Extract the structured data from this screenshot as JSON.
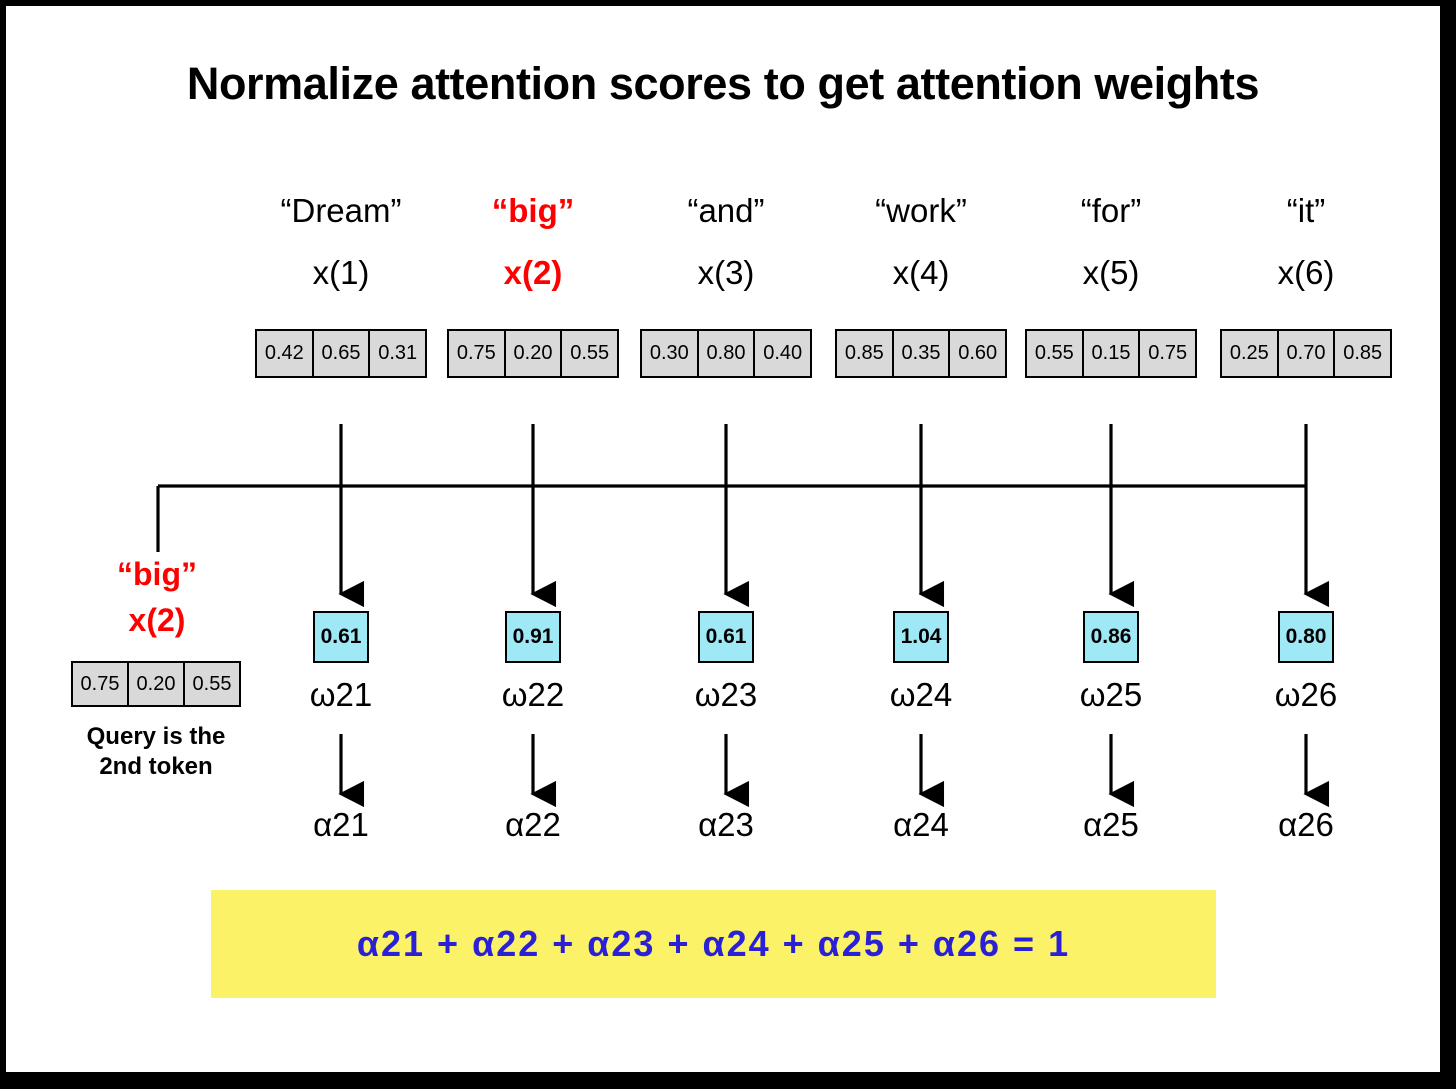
{
  "slide": {
    "title": "Normalize attention scores to get attention weights",
    "background": "#ffffff",
    "frame_color": "#000000"
  },
  "colors": {
    "highlight": "#ff0000",
    "embedding_box": "#d9d9d9",
    "score_box": "#9fe8f5",
    "equation_bar": "#fbf267",
    "equation_text": "#2a20d6",
    "stroke": "#000000"
  },
  "tokens": [
    {
      "word": "“Dream”",
      "index": "x(1)",
      "highlight": false,
      "embedding": [
        "0.42",
        "0.65",
        "0.31"
      ]
    },
    {
      "word": "“big”",
      "index": "x(2)",
      "highlight": true,
      "embedding": [
        "0.75",
        "0.20",
        "0.55"
      ]
    },
    {
      "word": "“and”",
      "index": "x(3)",
      "highlight": false,
      "embedding": [
        "0.30",
        "0.80",
        "0.40"
      ]
    },
    {
      "word": "“work”",
      "index": "x(4)",
      "highlight": false,
      "embedding": [
        "0.85",
        "0.35",
        "0.60"
      ]
    },
    {
      "word": "“for”",
      "index": "x(5)",
      "highlight": false,
      "embedding": [
        "0.55",
        "0.15",
        "0.75"
      ]
    },
    {
      "word": "“it”",
      "index": "x(6)",
      "highlight": false,
      "embedding": [
        "0.25",
        "0.70",
        "0.85"
      ]
    }
  ],
  "query": {
    "word": "“big”",
    "index": "x(2)",
    "vector": [
      "0.75",
      "0.20",
      "0.55"
    ],
    "caption": "Query is the\n2nd token"
  },
  "attention": {
    "scores": [
      {
        "value": "0.61",
        "omega": "ω21",
        "alpha": "α21"
      },
      {
        "value": "0.91",
        "omega": "ω22",
        "alpha": "α22"
      },
      {
        "value": "0.61",
        "omega": "ω23",
        "alpha": "α23"
      },
      {
        "value": "1.04",
        "omega": "ω24",
        "alpha": "α24"
      },
      {
        "value": "0.86",
        "omega": "ω25",
        "alpha": "α25"
      },
      {
        "value": "0.80",
        "omega": "ω26",
        "alpha": "α26"
      }
    ]
  },
  "equation": {
    "text": "α21  +  α22  +  α23  +  α24  +  α25  +  α26 = 1"
  },
  "chart_data": {
    "type": "diagram",
    "title": "Normalize attention scores to get attention weights",
    "categories": [
      "“Dream”",
      "“big”",
      "“and”",
      "“work”",
      "“for”",
      "“it”"
    ],
    "token_indices": [
      "x(1)",
      "x(2)",
      "x(3)",
      "x(4)",
      "x(5)",
      "x(6)"
    ],
    "embeddings": [
      [
        0.42,
        0.65,
        0.31
      ],
      [
        0.75,
        0.2,
        0.55
      ],
      [
        0.3,
        0.8,
        0.4
      ],
      [
        0.85,
        0.35,
        0.6
      ],
      [
        0.55,
        0.15,
        0.75
      ],
      [
        0.25,
        0.7,
        0.85
      ]
    ],
    "query_vector": [
      0.75,
      0.2,
      0.55
    ],
    "query_token_index": 2,
    "attention_scores": [
      0.61,
      0.91,
      0.61,
      1.04,
      0.86,
      0.8
    ],
    "score_labels": [
      "ω21",
      "ω22",
      "ω23",
      "ω24",
      "ω25",
      "ω26"
    ],
    "weight_labels": [
      "α21",
      "α22",
      "α23",
      "α24",
      "α25",
      "α26"
    ],
    "constraint": "α21 + α22 + α23 + α24 + α25 + α26 = 1"
  },
  "layout": {
    "column_x": [
      335,
      527,
      720,
      915,
      1105,
      1300
    ]
  }
}
